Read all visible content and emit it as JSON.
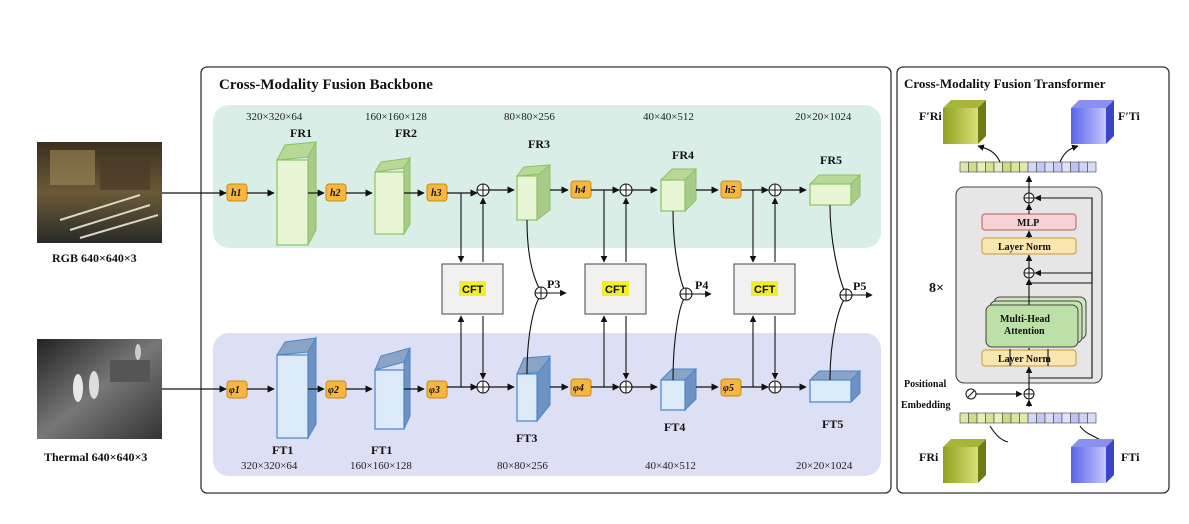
{
  "backbone": {
    "title": "Cross-Modality Fusion Backbone",
    "rgb_dims": [
      "320×320×64",
      "160×160×128",
      "80×80×256",
      "40×40×512",
      "20×20×1024"
    ],
    "thermal_dims": [
      "320×320×64",
      "160×160×128",
      "80×80×256",
      "40×40×512",
      "20×20×1024"
    ],
    "rgb_ops": [
      "h1",
      "h2",
      "h3",
      "h4",
      "h5"
    ],
    "thermal_ops": [
      "φ1",
      "φ2",
      "φ3",
      "φ4",
      "φ5"
    ],
    "rgb_features": [
      "FR1",
      "FR2",
      "FR3",
      "FR4",
      "FR5"
    ],
    "thermal_features": [
      "FT1",
      "FT1",
      "FT3",
      "FT4",
      "FT5"
    ],
    "cft_label": "CFT",
    "outputs": [
      "P3",
      "P4",
      "P5"
    ]
  },
  "inputs": {
    "rgb_label": "RGB 640×640×3",
    "thermal_label": "Thermal 640×640×3"
  },
  "transformer": {
    "title": "Cross-Modality Fusion Transformer",
    "out_rgb": "F′Ri",
    "out_thermal": "F′Ti",
    "in_rgb": "FRi",
    "in_thermal": "FTi",
    "mlp": "MLP",
    "layer_norm_top": "Layer Norm",
    "layer_norm_bottom": "Layer Norm",
    "attention_line1": "Multi-Head",
    "attention_line2": "Attention",
    "repeat": "8×",
    "pos_line1": "Positional",
    "pos_line2": "Embedding"
  },
  "colors": {
    "rgb_band": "#d8eee6",
    "thermal_band": "#dddff5",
    "rgb_block": "#e8f5d4",
    "rgb_block_edge": "#8cc264",
    "thermal_block": "#ddeaf8",
    "thermal_block_edge": "#4a86c8",
    "op_fill": "#f7b640",
    "cft_fill": "#f1f1f1",
    "cft_text_bg": "#f2ee2a",
    "mlp_fill": "#f6d2d4",
    "ln_fill": "#fbe6b0",
    "attn_fill": "#bde0a8",
    "grey_panel": "#e6e6e6"
  }
}
